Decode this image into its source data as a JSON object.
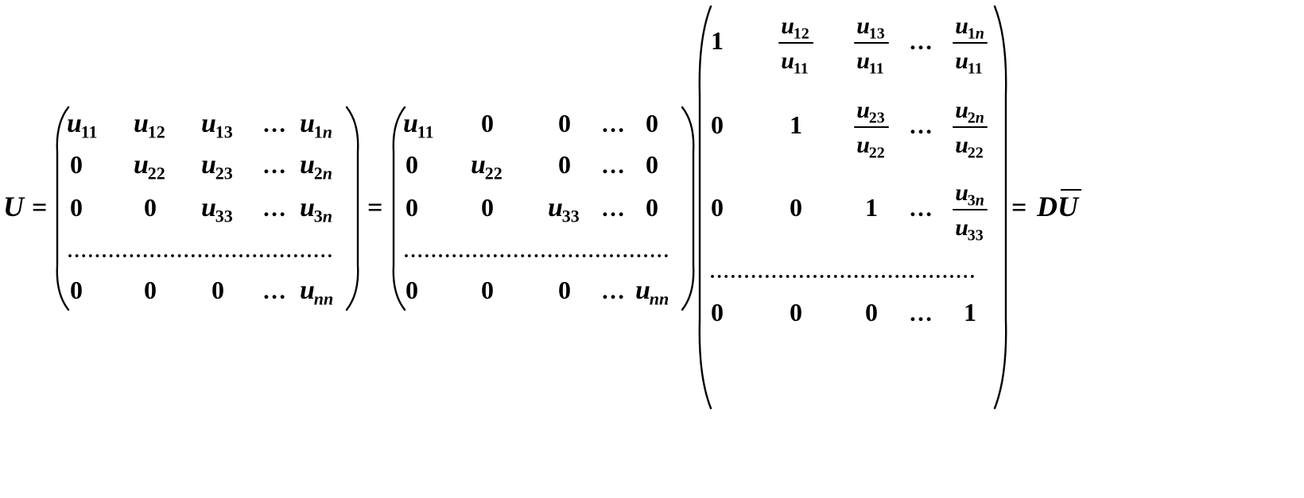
{
  "equation": {
    "lhs": "U",
    "equals": "=",
    "rhs_symbol_d": "D",
    "rhs_symbol_ubar": "U",
    "matrix_u": {
      "rows": [
        [
          {
            "base": "u",
            "sub": "11"
          },
          {
            "base": "u",
            "sub": "12"
          },
          {
            "base": "u",
            "sub": "13"
          },
          {
            "text": "…"
          },
          {
            "base": "u",
            "sub": "1n"
          }
        ],
        [
          {
            "text": "0"
          },
          {
            "base": "u",
            "sub": "22"
          },
          {
            "base": "u",
            "sub": "23"
          },
          {
            "text": "…"
          },
          {
            "base": "u",
            "sub": "2n"
          }
        ],
        [
          {
            "text": "0"
          },
          {
            "text": "0"
          },
          {
            "base": "u",
            "sub": "33"
          },
          {
            "text": "…"
          },
          {
            "base": "u",
            "sub": "3n"
          }
        ],
        [
          {
            "text": "0"
          },
          {
            "text": "0"
          },
          {
            "text": "0"
          },
          {
            "text": "…"
          },
          {
            "base": "u",
            "sub": "nn"
          }
        ]
      ]
    },
    "matrix_d": {
      "rows": [
        [
          {
            "base": "u",
            "sub": "11"
          },
          {
            "text": "0"
          },
          {
            "text": "0"
          },
          {
            "text": "…"
          },
          {
            "text": "0"
          }
        ],
        [
          {
            "text": "0"
          },
          {
            "base": "u",
            "sub": "22"
          },
          {
            "text": "0"
          },
          {
            "text": "…"
          },
          {
            "text": "0"
          }
        ],
        [
          {
            "text": "0"
          },
          {
            "text": "0"
          },
          {
            "base": "u",
            "sub": "33"
          },
          {
            "text": "…"
          },
          {
            "text": "0"
          }
        ],
        [
          {
            "text": "0"
          },
          {
            "text": "0"
          },
          {
            "text": "0"
          },
          {
            "text": "…"
          },
          {
            "base": "u",
            "sub": "nn"
          }
        ]
      ]
    },
    "matrix_ubar": {
      "rows": [
        [
          {
            "text": "1"
          },
          {
            "frac": {
              "num": {
                "base": "u",
                "sub": "12"
              },
              "den": {
                "base": "u",
                "sub": "11"
              }
            }
          },
          {
            "frac": {
              "num": {
                "base": "u",
                "sub": "13"
              },
              "den": {
                "base": "u",
                "sub": "11"
              }
            }
          },
          {
            "text": "…"
          },
          {
            "frac": {
              "num": {
                "base": "u",
                "sub": "1n"
              },
              "den": {
                "base": "u",
                "sub": "11"
              }
            }
          }
        ],
        [
          {
            "text": "0"
          },
          {
            "text": "1"
          },
          {
            "frac": {
              "num": {
                "base": "u",
                "sub": "23"
              },
              "den": {
                "base": "u",
                "sub": "22"
              }
            }
          },
          {
            "text": "…"
          },
          {
            "frac": {
              "num": {
                "base": "u",
                "sub": "2n"
              },
              "den": {
                "base": "u",
                "sub": "22"
              }
            }
          }
        ],
        [
          {
            "text": "0"
          },
          {
            "text": "0"
          },
          {
            "text": "1"
          },
          {
            "text": "…"
          },
          {
            "frac": {
              "num": {
                "base": "u",
                "sub": "3n"
              },
              "den": {
                "base": "u",
                "sub": "33"
              }
            }
          }
        ],
        [
          {
            "text": "0"
          },
          {
            "text": "0"
          },
          {
            "text": "0"
          },
          {
            "text": "…"
          },
          {
            "text": "1"
          }
        ]
      ]
    }
  }
}
